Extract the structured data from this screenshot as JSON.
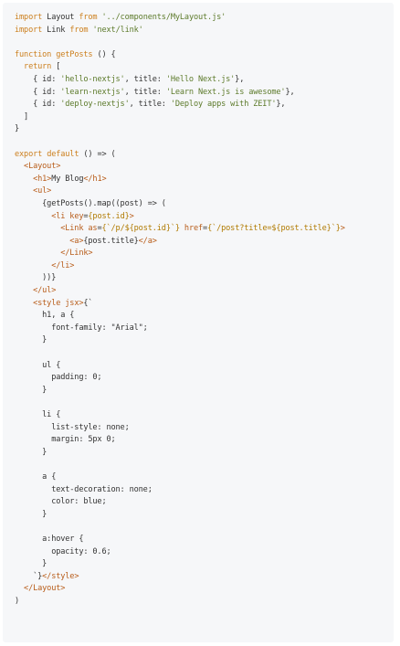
{
  "colors": {
    "background": "#ffffff",
    "code_background": "#f6f7f9",
    "plain": "#333333",
    "keyword": "#cc7f1d",
    "string": "#5c7a2a",
    "function": "#cc7f1d",
    "tag": "#b85c19",
    "expression": "#b07a00"
  },
  "code": {
    "lines": [
      [
        {
          "t": "import",
          "c": "keyword"
        },
        {
          "t": " Layout ",
          "c": "plain"
        },
        {
          "t": "from",
          "c": "keyword"
        },
        {
          "t": " '../components/MyLayout.js'",
          "c": "string"
        }
      ],
      [
        {
          "t": "import",
          "c": "keyword"
        },
        {
          "t": " Link ",
          "c": "plain"
        },
        {
          "t": "from",
          "c": "keyword"
        },
        {
          "t": " 'next/link'",
          "c": "string"
        }
      ],
      [],
      [
        {
          "t": "function",
          "c": "keyword"
        },
        {
          "t": " ",
          "c": "plain"
        },
        {
          "t": "getPosts",
          "c": "function"
        },
        {
          "t": " () {",
          "c": "plain"
        }
      ],
      [
        {
          "t": "  return",
          "c": "keyword"
        },
        {
          "t": " [",
          "c": "plain"
        }
      ],
      [
        {
          "t": "    { id: ",
          "c": "plain"
        },
        {
          "t": "'hello-nextjs'",
          "c": "string"
        },
        {
          "t": ", title: ",
          "c": "plain"
        },
        {
          "t": "'Hello Next.js'",
          "c": "string"
        },
        {
          "t": "},",
          "c": "plain"
        }
      ],
      [
        {
          "t": "    { id: ",
          "c": "plain"
        },
        {
          "t": "'learn-nextjs'",
          "c": "string"
        },
        {
          "t": ", title: ",
          "c": "plain"
        },
        {
          "t": "'Learn Next.js is awesome'",
          "c": "string"
        },
        {
          "t": "},",
          "c": "plain"
        }
      ],
      [
        {
          "t": "    { id: ",
          "c": "plain"
        },
        {
          "t": "'deploy-nextjs'",
          "c": "string"
        },
        {
          "t": ", title: ",
          "c": "plain"
        },
        {
          "t": "'Deploy apps with ZEIT'",
          "c": "string"
        },
        {
          "t": "},",
          "c": "plain"
        }
      ],
      [
        {
          "t": "  ]",
          "c": "plain"
        }
      ],
      [
        {
          "t": "}",
          "c": "plain"
        }
      ],
      [],
      [
        {
          "t": "export",
          "c": "keyword"
        },
        {
          "t": " ",
          "c": "plain"
        },
        {
          "t": "default",
          "c": "keyword"
        },
        {
          "t": " () => (",
          "c": "plain"
        }
      ],
      [
        {
          "t": "  <Layout>",
          "c": "tag"
        }
      ],
      [
        {
          "t": "    <h1>",
          "c": "tag"
        },
        {
          "t": "My Blog",
          "c": "plain"
        },
        {
          "t": "</h1>",
          "c": "tag"
        }
      ],
      [
        {
          "t": "    <ul>",
          "c": "tag"
        }
      ],
      [
        {
          "t": "      {getPosts().map((post) => (",
          "c": "plain"
        }
      ],
      [
        {
          "t": "        <li ",
          "c": "tag"
        },
        {
          "t": "key",
          "c": "tag"
        },
        {
          "t": "=",
          "c": "plain"
        },
        {
          "t": "{post.id}",
          "c": "expression"
        },
        {
          "t": ">",
          "c": "tag"
        }
      ],
      [
        {
          "t": "          <Link ",
          "c": "tag"
        },
        {
          "t": "as",
          "c": "tag"
        },
        {
          "t": "=",
          "c": "plain"
        },
        {
          "t": "{`/p/${post.id}`}",
          "c": "expression"
        },
        {
          "t": " ",
          "c": "plain"
        },
        {
          "t": "href",
          "c": "tag"
        },
        {
          "t": "=",
          "c": "plain"
        },
        {
          "t": "{`/post?title=${post.title}`}",
          "c": "expression"
        },
        {
          "t": ">",
          "c": "tag"
        }
      ],
      [
        {
          "t": "            <a>",
          "c": "tag"
        },
        {
          "t": "{post.title}",
          "c": "plain"
        },
        {
          "t": "</a>",
          "c": "tag"
        }
      ],
      [
        {
          "t": "          </Link>",
          "c": "tag"
        }
      ],
      [
        {
          "t": "        </li>",
          "c": "tag"
        }
      ],
      [
        {
          "t": "      ))}",
          "c": "plain"
        }
      ],
      [
        {
          "t": "    </ul>",
          "c": "tag"
        }
      ],
      [
        {
          "t": "    <style ",
          "c": "tag"
        },
        {
          "t": "jsx",
          "c": "tag"
        },
        {
          "t": ">",
          "c": "tag"
        },
        {
          "t": "{`",
          "c": "plain"
        }
      ],
      [
        {
          "t": "      h1, a {",
          "c": "plain"
        }
      ],
      [
        {
          "t": "        font-family: \"Arial\";",
          "c": "plain"
        }
      ],
      [
        {
          "t": "      }",
          "c": "plain"
        }
      ],
      [],
      [
        {
          "t": "      ul {",
          "c": "plain"
        }
      ],
      [
        {
          "t": "        padding: 0;",
          "c": "plain"
        }
      ],
      [
        {
          "t": "      }",
          "c": "plain"
        }
      ],
      [],
      [
        {
          "t": "      li {",
          "c": "plain"
        }
      ],
      [
        {
          "t": "        list-style: none;",
          "c": "plain"
        }
      ],
      [
        {
          "t": "        margin: 5px 0;",
          "c": "plain"
        }
      ],
      [
        {
          "t": "      }",
          "c": "plain"
        }
      ],
      [],
      [
        {
          "t": "      a {",
          "c": "plain"
        }
      ],
      [
        {
          "t": "        text-decoration: none;",
          "c": "plain"
        }
      ],
      [
        {
          "t": "        color: blue;",
          "c": "plain"
        }
      ],
      [
        {
          "t": "      }",
          "c": "plain"
        }
      ],
      [],
      [
        {
          "t": "      a:hover {",
          "c": "plain"
        }
      ],
      [
        {
          "t": "        opacity: 0.6;",
          "c": "plain"
        }
      ],
      [
        {
          "t": "      }",
          "c": "plain"
        }
      ],
      [
        {
          "t": "    `}",
          "c": "plain"
        },
        {
          "t": "</style>",
          "c": "tag"
        }
      ],
      [
        {
          "t": "  </Layout>",
          "c": "tag"
        }
      ],
      [
        {
          "t": ")",
          "c": "plain"
        }
      ]
    ]
  }
}
